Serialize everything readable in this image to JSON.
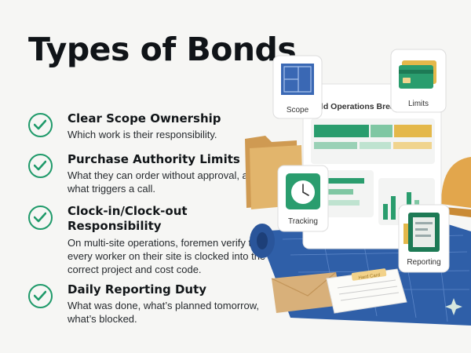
{
  "title": "Types of Bonds",
  "items": [
    {
      "title": "Clear Scope Ownership",
      "description": "Which work is their responsibility."
    },
    {
      "title": "Purchase Authority Limits",
      "description": "What they can order without approval, and what triggers a call."
    },
    {
      "title": "Clock-in/Clock-out Responsibility",
      "description": "On multi-site operations, foremen verify that every worker on their site is clocked into the correct project and cost code."
    },
    {
      "title": "Daily Reporting Duty",
      "description": "What was done, what’s planned tomorrow, what’s blocked."
    }
  ],
  "illustration": {
    "dashboard_title": "ild Operations Breakdown",
    "scope_label": "Scope",
    "limits_label": "Limits",
    "tracking_label": "Tracking",
    "reporting_label": "Reporting",
    "clipboard_label": "Hard Card"
  },
  "colors": {
    "accent": "#1f9a6a",
    "title": "#101418",
    "gold": "#e4b84a",
    "blueprint": "#2f5fa8"
  }
}
